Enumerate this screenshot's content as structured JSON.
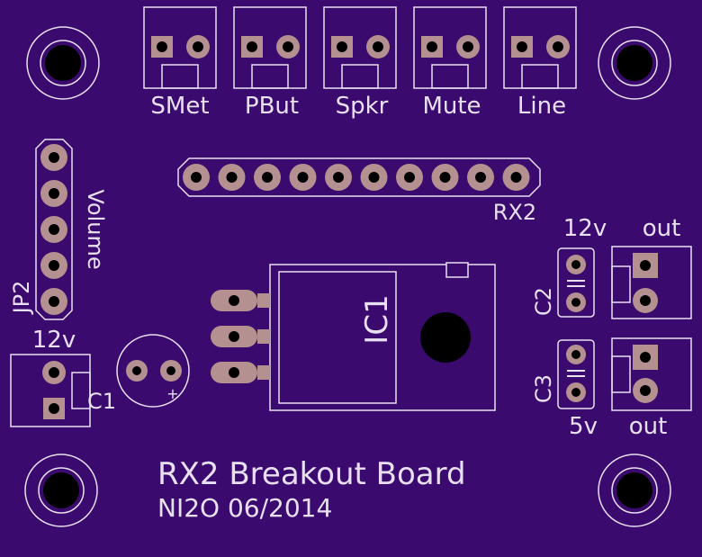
{
  "board": {
    "title": "RX2 Breakout Board",
    "credit": "NI2O 06/2014"
  },
  "connectors_top": [
    "SMet",
    "PBut",
    "Spkr",
    "Mute",
    "Line"
  ],
  "header_label": "RX2",
  "volume": {
    "label": "Volume",
    "ref": "JP2"
  },
  "ic": {
    "ref": "IC1"
  },
  "input": {
    "voltage": "12v",
    "cap_ref": "C1",
    "polarity": "+"
  },
  "outputs": [
    {
      "voltage": "12v",
      "suffix": "out",
      "cap_ref": "C2"
    },
    {
      "voltage": "5v",
      "suffix": "out",
      "cap_ref": "C3"
    }
  ],
  "colors": {
    "board": "#3a0a6e",
    "silkscreen": "#e8e0f0",
    "pad": "#b49090",
    "hole": "#000000"
  }
}
